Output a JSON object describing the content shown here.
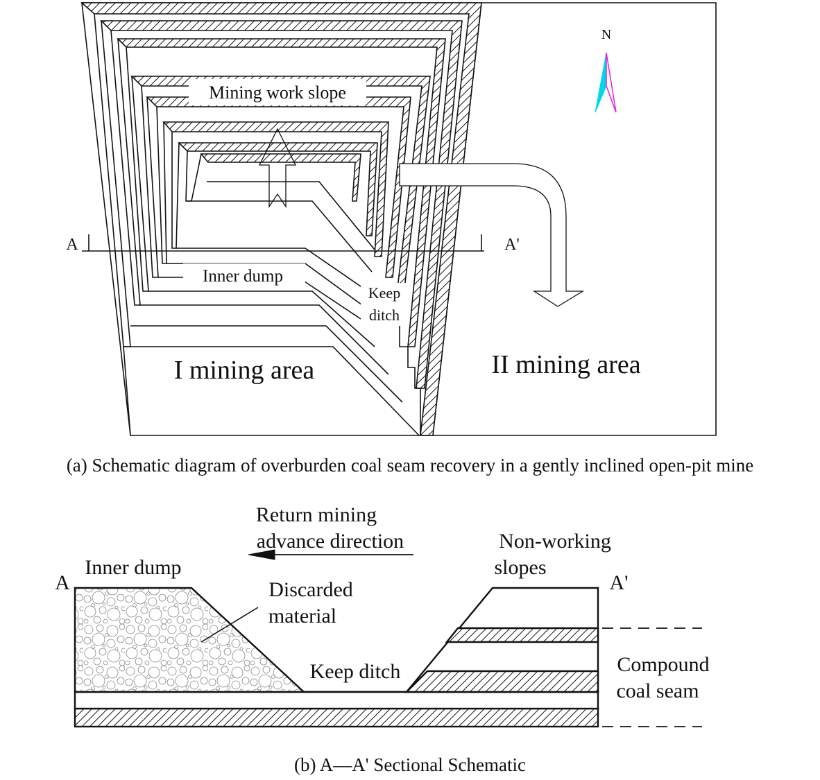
{
  "panel_a": {
    "labels": {
      "mining_work_slope": "Mining work slope",
      "inner_dump": "Inner dump",
      "keep_ditch_line1": "Keep",
      "keep_ditch_line2": "ditch",
      "area_one": "I mining area",
      "area_two": "II mining area",
      "section_start": "A",
      "section_end": "A'",
      "north": "N"
    },
    "caption": "(a) Schematic diagram of overburden coal seam recovery in a gently inclined open-pit mine"
  },
  "panel_b": {
    "labels": {
      "direction_line1": "Return mining",
      "direction_line2": "advance direction",
      "inner_dump": "Inner dump",
      "discarded_line1": "Discarded",
      "discarded_line2": "material",
      "keep_ditch": "Keep ditch",
      "nonworking_line1": "Non-working",
      "nonworking_line2": "slopes",
      "compound_line1": "Compound",
      "compound_line2": "coal seam",
      "section_start": "A",
      "section_end": "A'"
    },
    "caption": "(b) A—A' Sectional Schematic"
  },
  "colors": {
    "line": "#111111",
    "north_arrow_fill": "#00d8e8",
    "north_arrow_outline": "#e020e0"
  }
}
